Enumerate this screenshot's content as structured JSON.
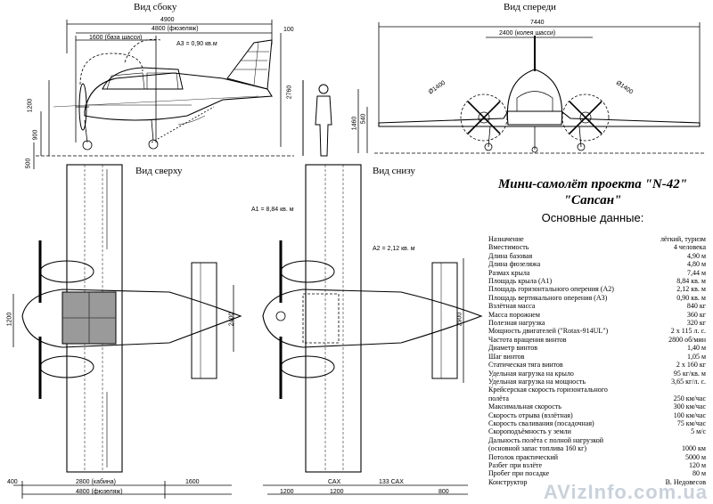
{
  "views": {
    "side": "Вид сбоку",
    "front": "Вид спереди",
    "top": "Вид сверху",
    "bottom": "Вид снизу"
  },
  "title": "Мини-самолёт проекта \"N-42\" \"Сапсан\"",
  "subtitle": "Основные данные:",
  "dims": {
    "d4900": "4900",
    "d4800f": "4800 (фюзеляж)",
    "d1600b": "1600 (база шасси)",
    "a3": "А3 = 0,90 кв.м",
    "d100": "100",
    "d2760": "2760",
    "d1200": "1200",
    "d900": "900",
    "d500": "500",
    "d7440": "7440",
    "d2400k": "2400 (колея шасси)",
    "d1400a": "Ø1400",
    "d1400b": "Ø1400",
    "d1460": "1460",
    "d540": "540",
    "a1": "А1 = 8,84 кв. м",
    "a2": "А2 = 2,12 кв. м",
    "d1200t": "1200",
    "d2400t": "2400",
    "d2900": "2900",
    "d400": "400",
    "d2800k": "2800 (кабина)",
    "d1600": "1600",
    "d4800": "4800 (фюзеляж)",
    "d1200b1": "1200",
    "d1200b2": "1200",
    "dcax": "САХ",
    "d133": "133 САХ",
    "d800": "800"
  },
  "specs": [
    {
      "label": "Назначение",
      "value": "лёгкий, туризм"
    },
    {
      "label": "Вместимость",
      "value": "4 человека"
    },
    {
      "label": "Длина базовая",
      "value": "4,90 м"
    },
    {
      "label": "Длина фюзеляжа",
      "value": "4,80 м"
    },
    {
      "label": "Размах крыла",
      "value": "7,44 м"
    },
    {
      "label": "Площадь крыла (А1)",
      "value": "8,84 кв. м"
    },
    {
      "label": "Площадь горизонтального оперения (А2)",
      "value": "2,12 кв. м"
    },
    {
      "label": "Площадь вертикального оперения (А3)",
      "value": "0,90 кв. м"
    },
    {
      "label": "Взлётная масса",
      "value": "840 кг"
    },
    {
      "label": "Масса порожнем",
      "value": "360 кг"
    },
    {
      "label": "Полезная нагрузка",
      "value": "320 кг"
    },
    {
      "label": "Мощность двигателей (\"Rotax-914UL\")",
      "value": "2 х 115 л. с."
    },
    {
      "label": "Частота вращения винтов",
      "value": "2800 об/мин"
    },
    {
      "label": "Диаметр винтов",
      "value": "1,40 м"
    },
    {
      "label": "Шаг винтов",
      "value": "1,05 м"
    },
    {
      "label": "Статическая тяга винтов",
      "value": "2 х 160 кг"
    },
    {
      "label": "Удельная нагрузка на крыло",
      "value": "95 кг/кв. м"
    },
    {
      "label": "Удельная нагрузка на мощность",
      "value": "3,65 кг/л. с."
    },
    {
      "label": "Крейсерская скорость горизонтального\nполёта",
      "value": "250 км/час"
    },
    {
      "label": "Максимальная скорость",
      "value": "300 км/час"
    },
    {
      "label": "Скорость отрыва (взлётная)",
      "value": "100 км/час"
    },
    {
      "label": "Скорость сваливания (посадочная)",
      "value": "75 км/час"
    },
    {
      "label": "Скороподъёмность у земли",
      "value": "5 м/с"
    },
    {
      "label": "Дальность полёта с полной нагрузкой\n(основной запас топлива 160 кг)",
      "value": "1000 км"
    },
    {
      "label": "Потолок практический",
      "value": "5000 м"
    },
    {
      "label": "Разбег при взлёте",
      "value": "120 м"
    },
    {
      "label": "Пробег при посадке",
      "value": "80 м"
    },
    {
      "label": "Конструктор",
      "value": "В. Недовесов"
    }
  ],
  "watermark": "AVizInfo.com.ua"
}
